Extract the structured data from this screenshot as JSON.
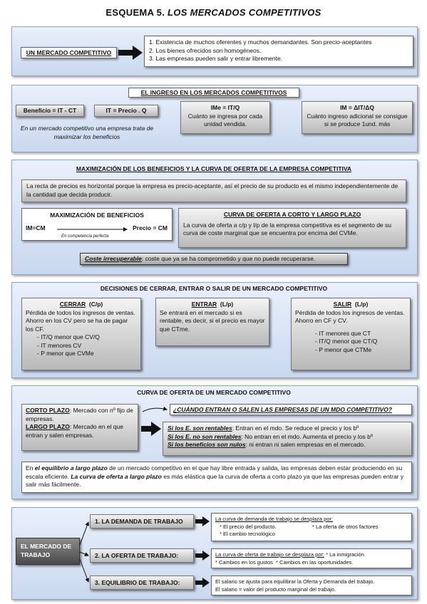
{
  "title_prefix": "ESQUEMA 5.",
  "title_main": "LOS MERCADOS COMPETITIVOS",
  "s1": {
    "label": "UN MERCADO COMPETITIVO",
    "items": [
      "1. Existencia de muchos oferentes y muchos demandantes. Son precio-aceptantes",
      "2. Los bienes ofrecidos son homogéneos.",
      "3. Las empresas pueden salir y entrar libremente."
    ]
  },
  "s2": {
    "header": "EL INGRESO EN LOS MERCADOS COMPETITIVOS",
    "beneficio": "Beneficio = IT - CT",
    "it": "IT = Precio . Q",
    "note": "En un mercado competitivo una empresa trata de maximizar los beneficios",
    "ime_title": "IMe = IT/Q",
    "ime_text": "Cuánto se ingresa por cada unidad vendida.",
    "im_title": "IM = ΔIT/ΔQ",
    "im_text": "Cuánto ingreso adicional se consigue si se produce 1und. más"
  },
  "s3": {
    "header": "MAXIMIZACIÓN DE LOS BENEFICIOS Y LA CURVA DE OFERTA DE LA EMPRESA COMPETITIVA",
    "intro": "La recta de precios es horizontal porque la empresa es precio-aceptante, así el precio de su producto es el mismo independientemente de la cantidad que decida producir.",
    "max_title": "MAXIMIZACIÓN DE BENEFICIOS",
    "max_left": "IM=CM",
    "max_right": "Precio = CM",
    "max_sub": "En competencia perfecta",
    "curva_title": "CURVA DE OFERTA A CORTO Y LARGO PLAZO",
    "curva_text": "La curva de oferta a c/p y l/p de la empresa competitiva es el segmento de su curva de coste marginal que se encuentra por encima del CVMe.",
    "coste_label": "Coste irrecuperable",
    "coste_text": ": coste que ya se ha  comprometido y que no puede recuperarse."
  },
  "s4": {
    "header": "DECISIONES DE  CERRAR, ENTRAR O SALIR DE UN MERCADO COMPETITIVO",
    "cerrar_title": "CERRAR",
    "cerrar_tag": "(C/p)",
    "cerrar_text": "Pérdida de todos los ingresos de ventas. Ahorro en los CV pero se ha de pagar los CF.",
    "cerrar_list": [
      "- IT/Q menor que CV/Q",
      "- IT menores CV",
      "- P menor que CVMe"
    ],
    "entrar_title": "ENTRAR",
    "entrar_tag": "(L/p)",
    "entrar_text": "Se entrará en el mercado si es rentable, es decir, si el precio es mayor que CTme.",
    "salir_title": "SALIR",
    "salir_tag": "(L/p)",
    "salir_text": "Pérdida de todos los ingresos de ventas. Ahorro en CF y CV.",
    "salir_list": [
      "- IT menores que CT",
      "- IT/Q menor que CT/Q",
      "-  P  menor que CTMe"
    ]
  },
  "s5": {
    "header": "CURVA DE OFERTA DE UN MERCADO COMPETITIVO",
    "corto_label": "CORTO PLAZO",
    "corto_text": ": Mercado con nº fijo de empresas.",
    "largo_label": "LARGO PLAZO",
    "largo_text": ": Mercado en el que entran y salen empresas.",
    "q_title": "¿CUÁNDO ENTRAN O SALEN LAS EMPRESAS DE UN MDO COMPETITIVO?",
    "q1_label": "Si los E. son rentables",
    "q1_text": ":  Entran en el mdo. Se reduce el precio y los bº",
    "q2_label": "Si los E. no son rentables",
    "q2_text": ": No entran en el mdo. Aumenta el precio y los  bº",
    "q3_label": "Si los beneficios son nulos",
    "q3_text": ": ni entran ni salen empresas en el mercado.",
    "eq_a": "En ",
    "eq_b": "el equilibrio a largo plazo",
    "eq_c": " de un mercado competitivo en el que hay libre entrada y salida, las empresas deben estar produciendo en su escala eficiente. ",
    "eq_d": "La curva de oferta a largo plazo",
    "eq_e": " es más elástica que la curva de oferta a corto plazo ya que las empresas pueden entrar y salir más fácilmente."
  },
  "s6": {
    "label": "EL MERCADO DE TRABAJO",
    "b1": "1. LA DEMANDA DE TRABAJO",
    "b1_title": "La curva de demanda de trabajo se desplaza por:",
    "b1_items": [
      "* El precio del producto.",
      "* La oferta de otros factores",
      "* El cambio tecnológico"
    ],
    "b2": "2. LA OFERTA DE TRABAJO:",
    "b2_title": "La curva de oferta de trabajo se desplaza por:",
    "b2_items": [
      "* La inmigración",
      "* Cambios en los gustos",
      "* Cambios en las oportunidades."
    ],
    "b3": "3. EQUILIBRIO DE TRABAJO:",
    "b3_lines": [
      "El salario se ajusta para equilibrar la Oferta  y Demanda del trabajo.",
      "El salario = valor del producto marginal del trabajo."
    ]
  }
}
